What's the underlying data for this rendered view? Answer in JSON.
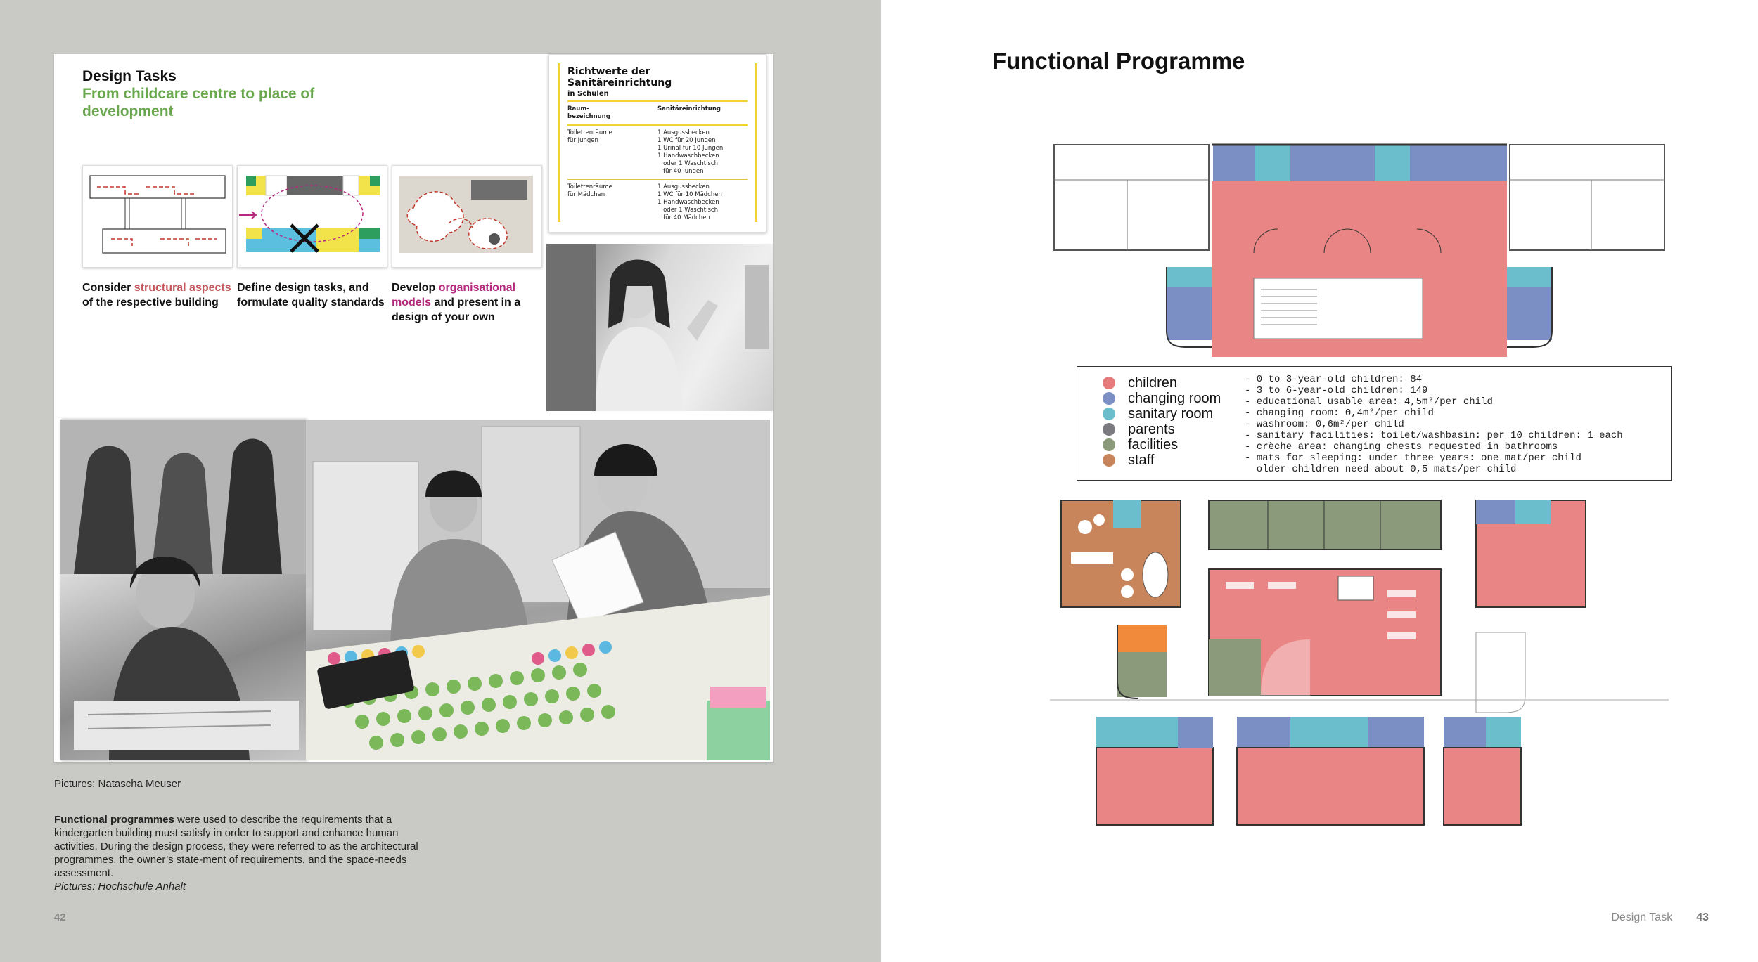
{
  "left_page": {
    "slide": {
      "title": "Design Tasks",
      "subtitle": "From childcare centre to place of development",
      "steps": [
        {
          "pre": "Consider ",
          "hl": "structural aspects",
          "post": " of the respective building"
        },
        {
          "pre": "Define design tasks, and formulate quality standards",
          "hl": "",
          "post": ""
        },
        {
          "pre": "Develop ",
          "hl": "organisational models",
          "post": " and present in a design of your own"
        }
      ]
    },
    "norm_table": {
      "title": "Richtwerte der Sanitäreinrichtung",
      "subtitle": "in Schulen",
      "headers": [
        "Raum-\nbezeichnung",
        "Sanitäreinrichtung"
      ],
      "rows": [
        {
          "room": "Toilettenräume\nfür Jungen",
          "items": "1 Ausgussbecken\n1 WC für 20 Jungen\n1 Urinal für 10 Jungen\n1 Handwaschbecken\n   oder 1 Waschtisch\n   für 40 Jungen"
        },
        {
          "room": "Toilettenräume\nfür Mädchen",
          "items": "1 Ausgussbecken\n1 WC für 10 Mädchen\n1 Handwaschbecken\n   oder 1 Waschtisch\n   für 40 Mädchen"
        }
      ]
    },
    "caption_pictures": "Pictures: Natascha Meuser",
    "body": {
      "lead": "Functional programmes",
      "text": " were used to describe the requirements that a kindergarten building must satisfy in order to support and enhance human activities. During the design process, they were referred to as the architectural programmes, the owner’s state-ment of requirements, and the space-needs assessment.",
      "credit": "Pictures: Hochschule Anhalt"
    },
    "page_number": "42"
  },
  "right_page": {
    "title": "Functional Programme",
    "legend": [
      {
        "label": "children",
        "color": "#e77b7b"
      },
      {
        "label": "changing room",
        "color": "#7b8fc4"
      },
      {
        "label": "sanitary room",
        "color": "#6bbfcc"
      },
      {
        "label": "parents",
        "color": "#7a7a80"
      },
      {
        "label": "facilities",
        "color": "#8a9a7a"
      },
      {
        "label": "staff",
        "color": "#c8845a"
      }
    ],
    "notes": [
      "- 0 to 3-year-old children: 84",
      "- 3 to 6-year-old children: 149",
      "- educational usable area: 4,5m²/per child",
      "- changing room: 0,4m²/per child",
      "- washroom: 0,6m²/per child",
      "- sanitary facilities: toilet/washbasin: per 10 children: 1 each",
      "- crèche area: changing chests requested in bathrooms",
      "- mats for sleeping: under three years: one mat/per child",
      "  older children need about 0,5 mats/per child"
    ],
    "footer_section": "Design Task",
    "page_number": "43"
  }
}
